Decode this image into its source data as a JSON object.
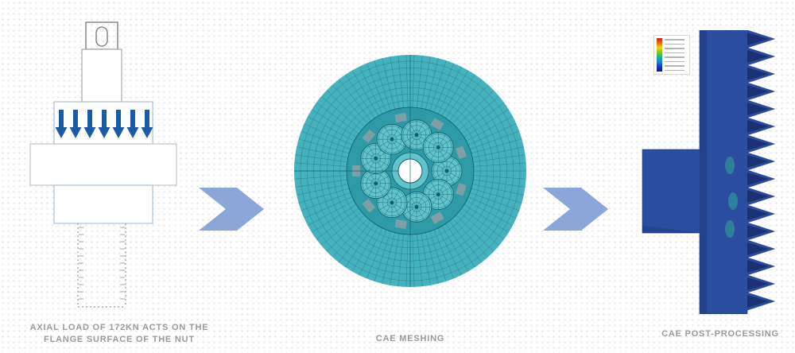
{
  "captions": {
    "stage1_line1": "AXIAL LOAD OF 172KN ACTS ON THE",
    "stage1_line2": "FLANGE SURFACE OF THE NUT",
    "stage2": "CAE MESHING",
    "stage3": "CAE POST-PROCESSING"
  },
  "colors": {
    "flow_arrow": "#8ba6d8",
    "load_arrow": "#1b5aa5",
    "caption_text": "#9a9a9a",
    "schematic_line_gray": "#8f8f8f",
    "schematic_line_light": "#c3c3c3",
    "schematic_line_blue": "#a9c3dc",
    "mesh_fill": "#46b2be",
    "mesh_inner_fill": "#2f9aa7",
    "mesh_cell_fill": "#63c3cc",
    "mesh_line": "#0d5f6a",
    "mesh_gray": "#93a0a8",
    "result_fill": "#2b4d9f",
    "result_dark": "#182f6e",
    "result_teal": "#2fb39f",
    "legend_scale": [
      "#d01616",
      "#e86a10",
      "#f2d410",
      "#7fc710",
      "#16b29a",
      "#1687d0",
      "#1634c0",
      "#0d1a8a"
    ]
  }
}
